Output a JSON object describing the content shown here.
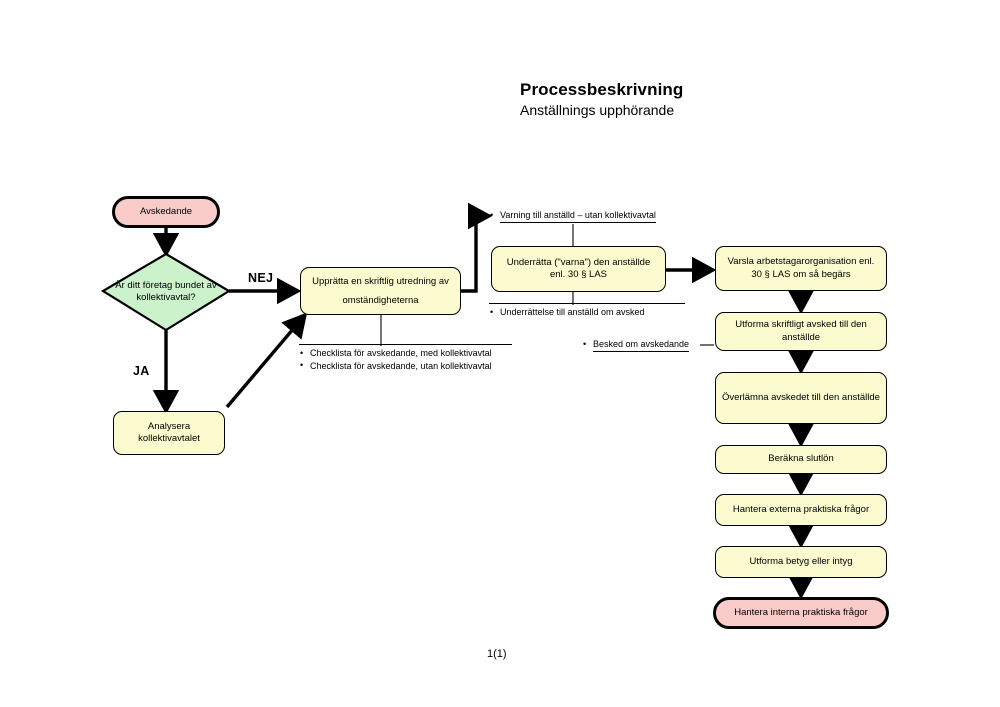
{
  "document": {
    "title": "Processbeskrivning",
    "subtitle": "Anställnings upphörande",
    "page_footer": "1(1)"
  },
  "colors": {
    "terminator_fill": "#f9ccca",
    "process_fill": "#fbfbcf",
    "decision_fill": "#ccf2cc",
    "stroke": "#000000",
    "background": "#ffffff"
  },
  "flowchart": {
    "type": "flowchart",
    "nodes": [
      {
        "id": "start",
        "shape": "terminator",
        "label": "Avskedande"
      },
      {
        "id": "decision",
        "shape": "diamond",
        "label": "Är ditt företag bundet av kollektivavtal?"
      },
      {
        "id": "analysera",
        "shape": "process",
        "label": "Analysera kollektivavtalet"
      },
      {
        "id": "upprätta",
        "shape": "process",
        "label": "Upprätta en skriftlig utredning av omständigheterna"
      },
      {
        "id": "underratta",
        "shape": "process",
        "label": "Underrätta (\"varna\") den anställde enl. 30 § LAS"
      },
      {
        "id": "varsla",
        "shape": "process",
        "label": "Varsla arbetstagarorganisation enl. 30 § LAS om så begärs"
      },
      {
        "id": "utforma",
        "shape": "process",
        "label": "Utforma skriftligt avsked till den anställde"
      },
      {
        "id": "overlamna",
        "shape": "process",
        "label": "Överlämna avskedet till den anställde"
      },
      {
        "id": "berakna",
        "shape": "process",
        "label": "Beräkna slutlön"
      },
      {
        "id": "externa",
        "shape": "process",
        "label": "Hantera externa praktiska frågor"
      },
      {
        "id": "betyg",
        "shape": "process",
        "label": "Utforma betyg eller intyg"
      },
      {
        "id": "interna",
        "shape": "terminator",
        "label": "Hantera interna praktiska frågor"
      }
    ],
    "branch_labels": {
      "no": "NEJ",
      "yes": "JA"
    },
    "annotations": [
      {
        "id": "varning-note",
        "attached_to": "underratta",
        "items": [
          "Varning till anställd – utan kollektivavtal"
        ]
      },
      {
        "id": "checklista-note",
        "attached_to": "upprätta",
        "items": [
          "Checklista för avskedande, med kollektivavtal",
          "Checklista för avskedande, utan kollektivavtal"
        ]
      },
      {
        "id": "underrattelse-note",
        "attached_to": "underratta",
        "items": [
          "Underrättelse till anställd om avsked"
        ]
      },
      {
        "id": "besked-note",
        "attached_to": "utforma",
        "items": [
          "Besked om avskedande"
        ]
      }
    ],
    "edges": [
      {
        "from": "start",
        "to": "decision",
        "label": ""
      },
      {
        "from": "decision",
        "to": "upprätta",
        "label": "NEJ"
      },
      {
        "from": "decision",
        "to": "analysera",
        "label": "JA"
      },
      {
        "from": "analysera",
        "to": "upprätta",
        "label": ""
      },
      {
        "from": "upprätta",
        "to": "underratta",
        "label": ""
      },
      {
        "from": "underratta",
        "to": "varsla",
        "label": ""
      },
      {
        "from": "varsla",
        "to": "utforma",
        "label": ""
      },
      {
        "from": "utforma",
        "to": "overlamna",
        "label": ""
      },
      {
        "from": "overlamna",
        "to": "berakna",
        "label": ""
      },
      {
        "from": "berakna",
        "to": "externa",
        "label": ""
      },
      {
        "from": "externa",
        "to": "betyg",
        "label": ""
      },
      {
        "from": "betyg",
        "to": "interna",
        "label": ""
      }
    ]
  }
}
